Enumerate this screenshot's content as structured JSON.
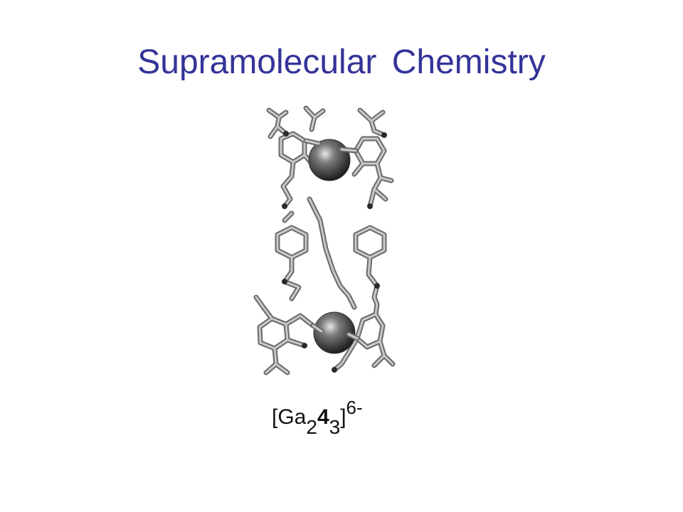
{
  "slide": {
    "title": "Supramolecular Chemistry"
  },
  "figure": {
    "caption": {
      "open": "[Ga",
      "sub1": "2",
      "bold": "4",
      "sub2": "3",
      "close": "]",
      "charge": "6-"
    },
    "colors": {
      "title": "#333399",
      "bond_outer": "#6a6a6a",
      "bond_inner": "#c8c8c8",
      "atom_dark": "#2a2a2a"
    }
  }
}
